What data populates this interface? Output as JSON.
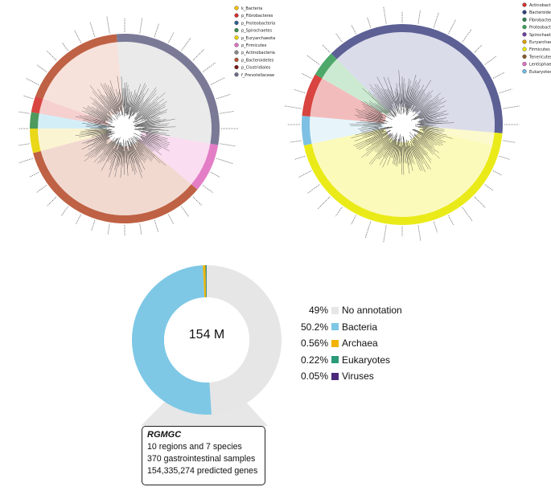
{
  "left_tree_legend": [
    {
      "label": "k_Bacteria",
      "color": "#f2c200"
    },
    {
      "label": "p_Fibrobacteres",
      "color": "#d4302b"
    },
    {
      "label": "p_Proteobacteria",
      "color": "#2f5f8f"
    },
    {
      "label": "p_Spirochaetes",
      "color": "#3a8f4a"
    },
    {
      "label": "p_Euryarchaeota",
      "color": "#e8d400"
    },
    {
      "label": "p_Firmicutes",
      "color": "#e070c0"
    },
    {
      "label": "p_Actinobacteria",
      "color": "#8a8a8a"
    },
    {
      "label": "p_Bacteroidetes",
      "color": "#b85030"
    },
    {
      "label": "p_Clostridiales",
      "color": "#7a1515"
    },
    {
      "label": "f_Prevotellaceae",
      "color": "#6b6b8c"
    }
  ],
  "right_tree_legend": [
    {
      "label": "Actinobacteria",
      "color": "#d4302b"
    },
    {
      "label": "Bacteroidetes",
      "color": "#2f3f7f"
    },
    {
      "label": "Fibrobacteres",
      "color": "#2f7f4f"
    },
    {
      "label": "Proteobacteria",
      "color": "#3a9f5a"
    },
    {
      "label": "Spirochaetes",
      "color": "#6b3f9f"
    },
    {
      "label": "Euryarchaeota",
      "color": "#d8a000"
    },
    {
      "label": "Firmicutes",
      "color": "#e8e800"
    },
    {
      "label": "Tenericutes",
      "color": "#8a5a2a"
    },
    {
      "label": "Lentisphaerae",
      "color": "#e070c0"
    },
    {
      "label": "Eukaryotes",
      "color": "#6fb9e0"
    }
  ],
  "chart_data": {
    "type": "pie",
    "center_label": "154 M",
    "categories": [
      "No annotation",
      "Bacteria",
      "Archaea",
      "Eukaryotes",
      "Viruses"
    ],
    "percent_labels": [
      "49%",
      "50.2%",
      "0.56%",
      "0.22%",
      "0.05%"
    ],
    "values": [
      49,
      50.2,
      0.56,
      0.22,
      0.05
    ],
    "colors": [
      "#e6e6e6",
      "#7ec8e6",
      "#f2b400",
      "#2a9a78",
      "#4a2a78"
    ]
  },
  "info_box": {
    "title": "RGMGC",
    "lines": [
      "10 regions and 7 species",
      "370 gastrointestinal samples",
      "154,335,274 predicted genes"
    ]
  }
}
